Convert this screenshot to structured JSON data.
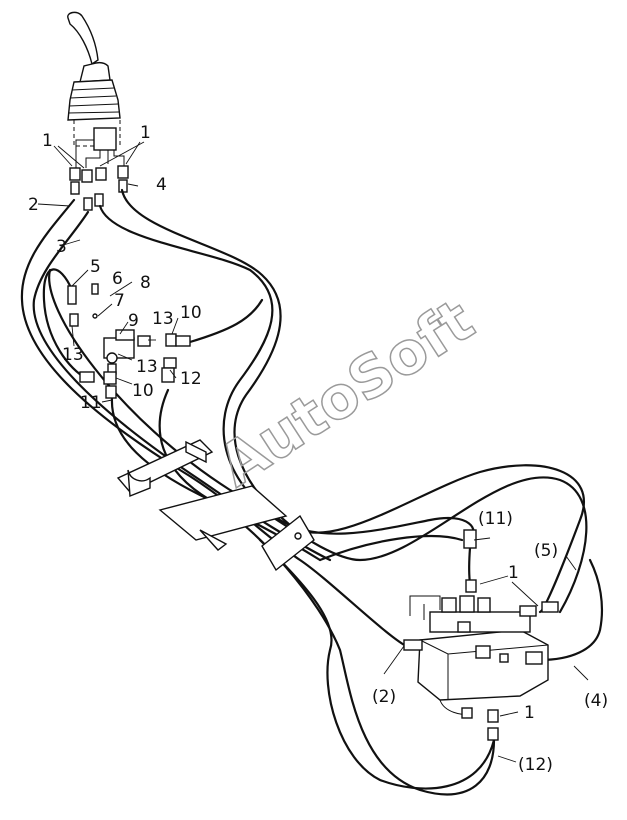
{
  "watermark": "AutoSoft",
  "callouts": {
    "c1a": "1",
    "c1b": "1",
    "c1c": "1",
    "c1d": "1",
    "c2": "2",
    "c3": "3",
    "c4": "4",
    "c5": "5",
    "c6": "6",
    "c7": "7",
    "c8": "8",
    "c9": "9",
    "c10a": "10",
    "c10b": "10",
    "c11": "11",
    "c12": "12",
    "c13a": "13",
    "c13b": "13",
    "c13c": "13",
    "p11": "(11)",
    "p5": "(5)",
    "p2": "(2)",
    "p4": "(4)",
    "p12": "(12)"
  }
}
